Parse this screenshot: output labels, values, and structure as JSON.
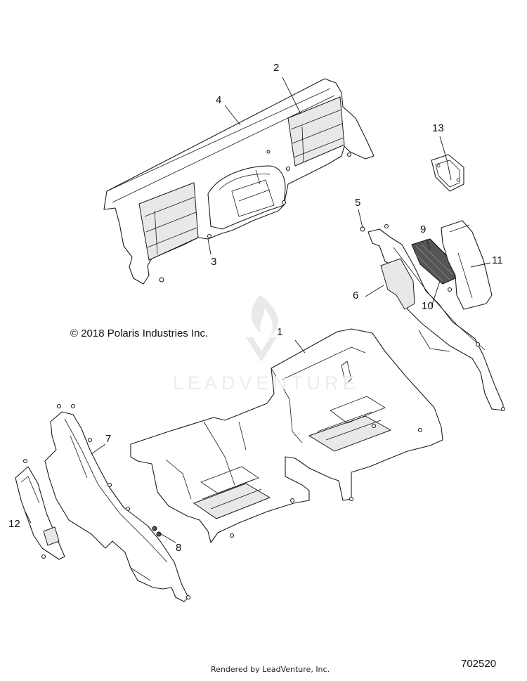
{
  "copyright": "© 2018 Polaris Industries Inc.",
  "footer": "Rendered by LeadVenture, Inc.",
  "diagram_number": "702520",
  "watermark": "LEADVENTURE",
  "callouts": [
    "1",
    "2",
    "3",
    "4",
    "5",
    "6",
    "7",
    "8",
    "9",
    "10",
    "11",
    "12",
    "13"
  ]
}
